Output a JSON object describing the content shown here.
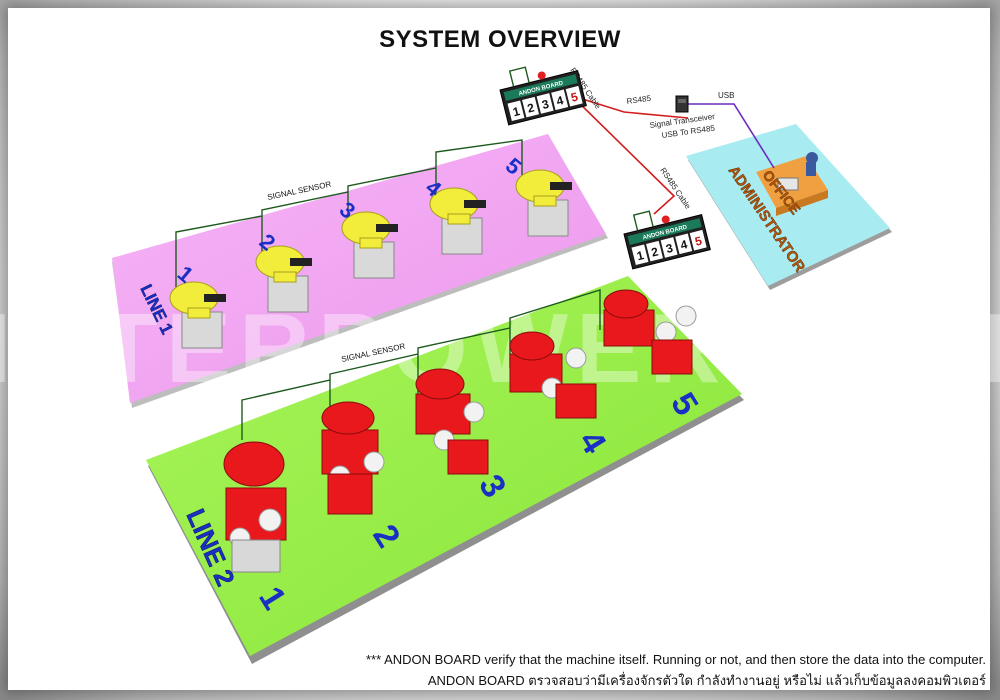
{
  "title": "SYSTEM OVERVIEW",
  "watermark": "INTERPOWER.COM",
  "line1": {
    "label": "LINE 1",
    "sensor_label": "SIGNAL SENSOR",
    "machine_numbers": [
      "1",
      "2",
      "3",
      "4",
      "5"
    ]
  },
  "line2": {
    "label": "LINE 2",
    "sensor_label": "SIGNAL SENSOR",
    "machine_numbers": [
      "1",
      "2",
      "3",
      "4",
      "5"
    ]
  },
  "andon_board_1": {
    "header": "ANDON BOARD",
    "slots": [
      "1",
      "2",
      "3",
      "4",
      "5"
    ]
  },
  "andon_board_2": {
    "header": "ANDON BOARD",
    "slots": [
      "1",
      "2",
      "3",
      "4",
      "5"
    ]
  },
  "cables": {
    "rs485_cable_top": "RS485 Cable",
    "rs485_cable_lower": "RS485 Cable",
    "rs485": "RS485",
    "usb": "USB",
    "transceiver_line1": "Signal Transceiver",
    "transceiver_line2": "USB To RS485"
  },
  "office": {
    "line1": "OFFICE",
    "line2": "ADMINISTRATOR"
  },
  "footer": {
    "english": "*** ANDON BOARD verify that the machine itself. Running or not, and then store the data into the computer.",
    "thai": "ANDON  BOARD  ตรวจสอบว่ามีเครื่องจักรตัวใด  กำลังทำงานอยู่  หรือไม่  แล้วเก็บข้อมูลลงคอมพิวเตอร์"
  },
  "colors": {
    "line1_platform": "#f3a8f3",
    "line2_platform": "#9cf04a",
    "office_platform": "#a8ecf2",
    "line1_machine": "#f2ec3a",
    "line2_machine": "#e8181c",
    "number_blue": "#1a2fc4",
    "sensor_wire": "#1e5a1e",
    "rs485_wire": "#d41c1c",
    "usb_wire": "#6a2cc0",
    "office_text": "#b2560c"
  }
}
